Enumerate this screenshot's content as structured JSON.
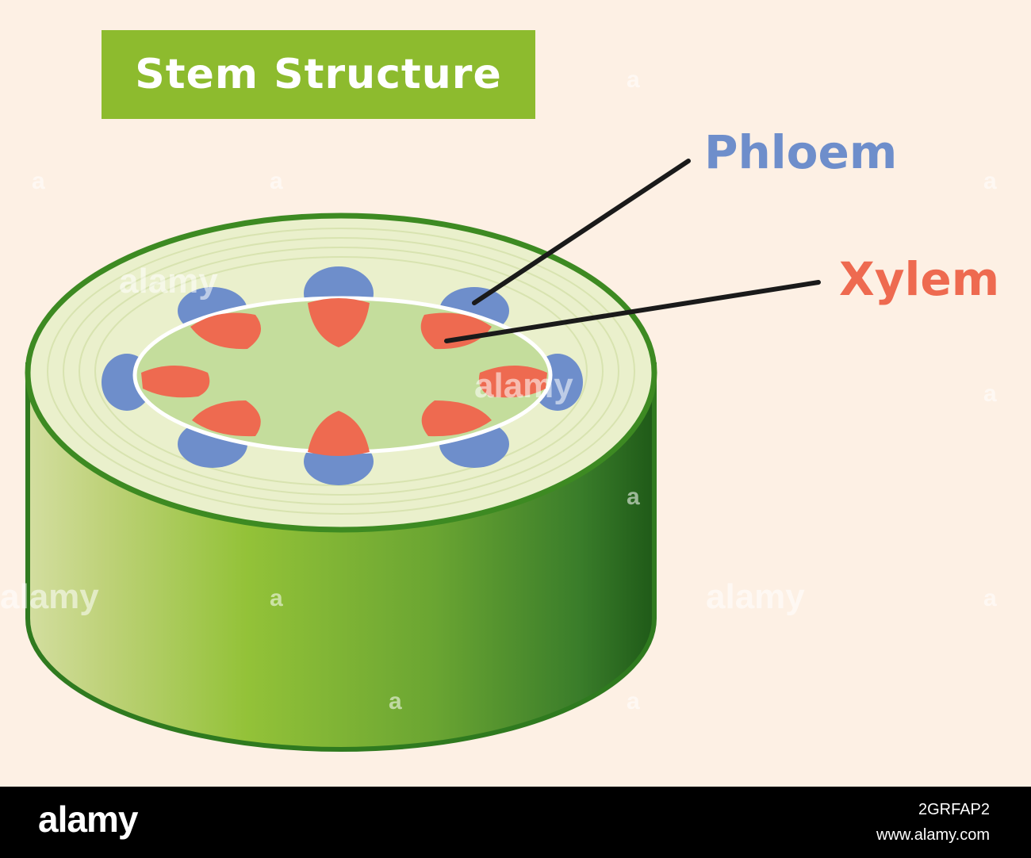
{
  "title": "Stem Structure",
  "labels": {
    "phloem": "Phloem",
    "xylem": "Xylem"
  },
  "watermark": {
    "text": "alamy",
    "mark": "a"
  },
  "footer": {
    "logo": "alamy",
    "image_id": "2GRFAP2",
    "url": "www.alamy.com"
  },
  "colors": {
    "background": "#fdf0e4",
    "title_box": "#8dbb2e",
    "phloem": "#6e8ecb",
    "xylem": "#ee6a50",
    "outer_ring": "#eaf0cc",
    "pith": "#c4dd9c",
    "stem_outline": "#2f7a1f"
  }
}
